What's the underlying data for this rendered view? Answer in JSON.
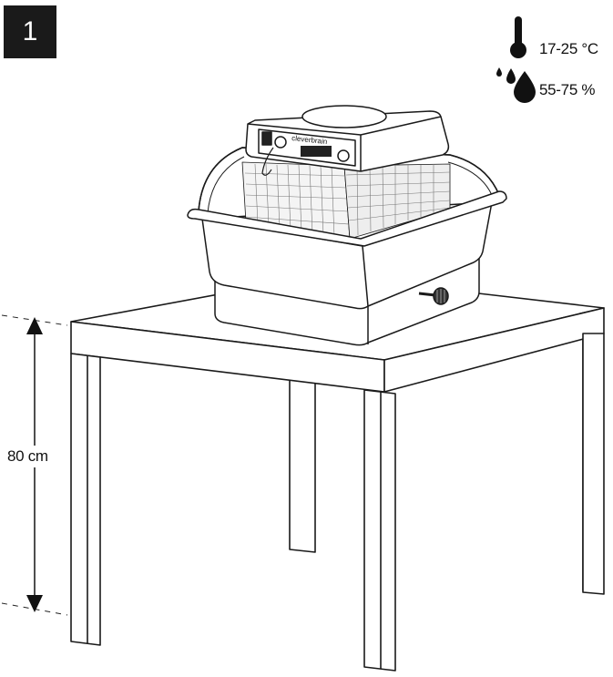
{
  "step": {
    "number": "1"
  },
  "conditions": {
    "temperature": {
      "icon": "thermometer-icon",
      "value": "17-25 °C"
    },
    "humidity": {
      "icon": "water-drops-icon",
      "value": "55-75 %"
    }
  },
  "device": {
    "brand_text": "cleverbrain"
  },
  "table": {
    "height_label": "80 cm"
  }
}
